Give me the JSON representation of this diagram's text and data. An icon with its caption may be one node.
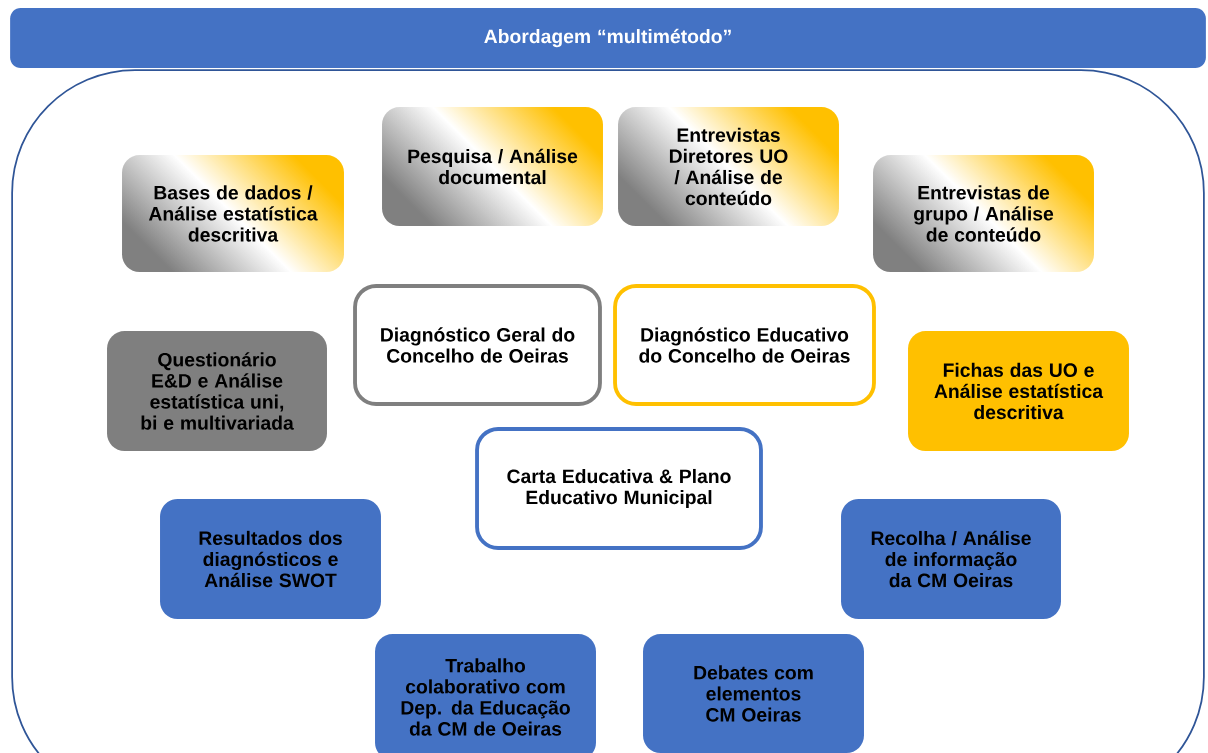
{
  "diagram": {
    "nodes": [
      {
        "text": [
          "Abordagem “multimétodo”"
        ]
      },
      {
        "text": [],
        "shape": "box"
      },
      {
        "text": [
          "Bases de dados / Análise estatística descritiva"
        ],
        "in": 1
      },
      {
        "text": [
          "Pesquisa / Análise documental"
        ],
        "in": 1
      },
      {
        "text": [
          "Entrevistas Diretores UO / Análise de conteúdo"
        ],
        "in": 1
      },
      {
        "text": [
          "Entrevistas de grupo / Análise de conteúdo"
        ],
        "in": 1
      },
      {
        "text": [
          "Diagnóstico Geral do Concelho de Oeiras"
        ],
        "in": 1
      },
      {
        "text": [
          "Diagnóstico Educativo do Concelho de Oeiras"
        ],
        "in": 1
      },
      {
        "text": [
          "Questionário E&D e Análise estatística uni, bi e multivariada"
        ],
        "in": 1
      },
      {
        "text": [
          "Fichas das UO e Análise estatística descritiva"
        ],
        "in": 1
      },
      {
        "text": [
          "Carta Educativa & Plano Educativo Municipal"
        ],
        "in": 1
      },
      {
        "text": [
          "Resultados dos diagnósticos e Análise SWOT"
        ],
        "in": 1
      },
      {
        "text": [
          "Recolha / Análise de informação da CM Oeiras"
        ],
        "in": 1
      },
      {
        "text": [
          "Trabalho colaborativo com Dep. da Educação da CM de Oeiras"
        ],
        "in": 1
      },
      {
        "text": [
          "Debates com elementos CM Oeiras"
        ],
        "in": 1
      }
    ]
  }
}
